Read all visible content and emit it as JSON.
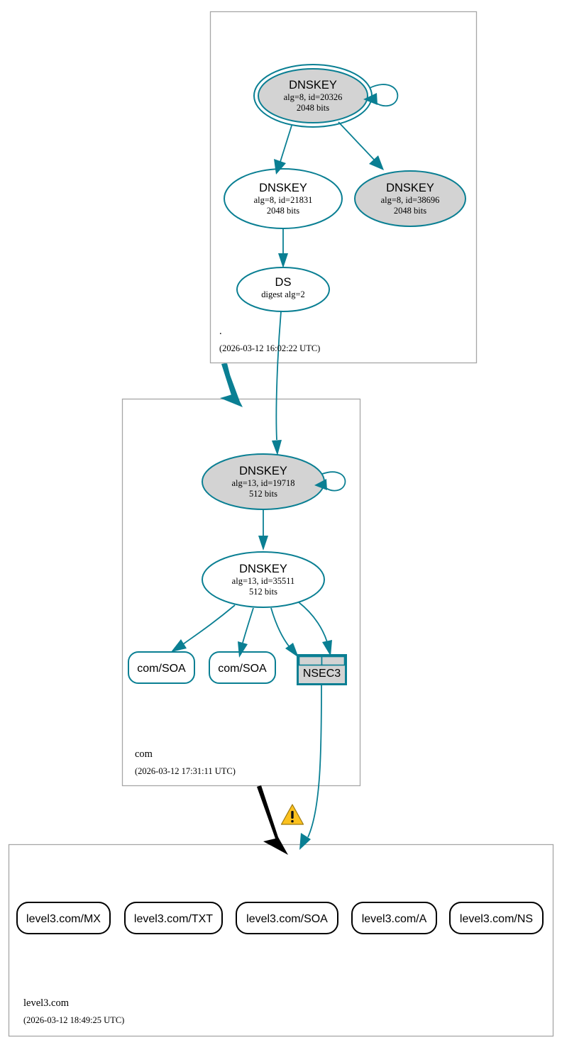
{
  "diagram": {
    "kind": "dnssec-authentication-chain",
    "teal": "#0a7f93",
    "gray_fill": "#d3d3d3",
    "black": "#000000",
    "warning_color": "#fbc11e"
  },
  "zones": [
    {
      "id": "root",
      "label": ".",
      "timestamp": "(2026-03-12 16:02:22 UTC)",
      "nodes": [
        {
          "id": "root-ksk",
          "type": "DNSKEY",
          "title": "DNSKEY",
          "line2": "alg=8, id=20326",
          "line3": "2048 bits",
          "shape": "doubleellipse",
          "fill": "gray",
          "self_signed": true
        },
        {
          "id": "root-zsk-21831",
          "type": "DNSKEY",
          "title": "DNSKEY",
          "line2": "alg=8, id=21831",
          "line3": "2048 bits",
          "shape": "ellipse",
          "fill": "white",
          "self_signed": false
        },
        {
          "id": "root-zsk-38696",
          "type": "DNSKEY",
          "title": "DNSKEY",
          "line2": "alg=8, id=38696",
          "line3": "2048 bits",
          "shape": "ellipse",
          "fill": "gray",
          "self_signed": false
        },
        {
          "id": "root-ds",
          "type": "DS",
          "title": "DS",
          "line2": "digest alg=2",
          "line3": "",
          "shape": "ellipse",
          "fill": "white",
          "self_signed": false
        }
      ]
    },
    {
      "id": "com",
      "label": "com",
      "timestamp": "(2026-03-12 17:31:11 UTC)",
      "nodes": [
        {
          "id": "com-ksk",
          "type": "DNSKEY",
          "title": "DNSKEY",
          "line2": "alg=13, id=19718",
          "line3": "512 bits",
          "shape": "ellipse",
          "fill": "gray",
          "self_signed": true
        },
        {
          "id": "com-zsk",
          "type": "DNSKEY",
          "title": "DNSKEY",
          "line2": "alg=13, id=35511",
          "line3": "512 bits",
          "shape": "ellipse",
          "fill": "white",
          "self_signed": false
        },
        {
          "id": "com-soa-1",
          "type": "RRset",
          "title": "com/SOA",
          "shape": "rounded-box",
          "status": "secure"
        },
        {
          "id": "com-soa-2",
          "type": "RRset",
          "title": "com/SOA",
          "shape": "rounded-box",
          "status": "secure"
        },
        {
          "id": "com-nsec3",
          "type": "NSEC3",
          "title": "NSEC3",
          "shape": "record-table",
          "status": "secure"
        }
      ]
    },
    {
      "id": "level3com",
      "label": "level3.com",
      "timestamp": "(2026-03-12 18:49:25 UTC)",
      "nodes": [
        {
          "id": "l3-mx",
          "type": "RRset",
          "title": "level3.com/MX",
          "shape": "rounded-box",
          "status": "insecure"
        },
        {
          "id": "l3-txt",
          "type": "RRset",
          "title": "level3.com/TXT",
          "shape": "rounded-box",
          "status": "insecure"
        },
        {
          "id": "l3-soa",
          "type": "RRset",
          "title": "level3.com/SOA",
          "shape": "rounded-box",
          "status": "insecure"
        },
        {
          "id": "l3-a",
          "type": "RRset",
          "title": "level3.com/A",
          "shape": "rounded-box",
          "status": "insecure"
        },
        {
          "id": "l3-ns",
          "type": "RRset",
          "title": "level3.com/NS",
          "shape": "rounded-box",
          "status": "insecure"
        }
      ]
    }
  ],
  "delegations": [
    {
      "id": "root-to-com",
      "from": "root",
      "to": "com",
      "status": "secure",
      "style": "thick-teal-arrow"
    },
    {
      "id": "com-to-level3com",
      "from": "com",
      "to": "level3.com",
      "status": "insecure",
      "style": "thick-black-arrow",
      "warning": true
    }
  ],
  "warning_icon": {
    "name": "warning-triangle-icon",
    "glyph": "!"
  }
}
